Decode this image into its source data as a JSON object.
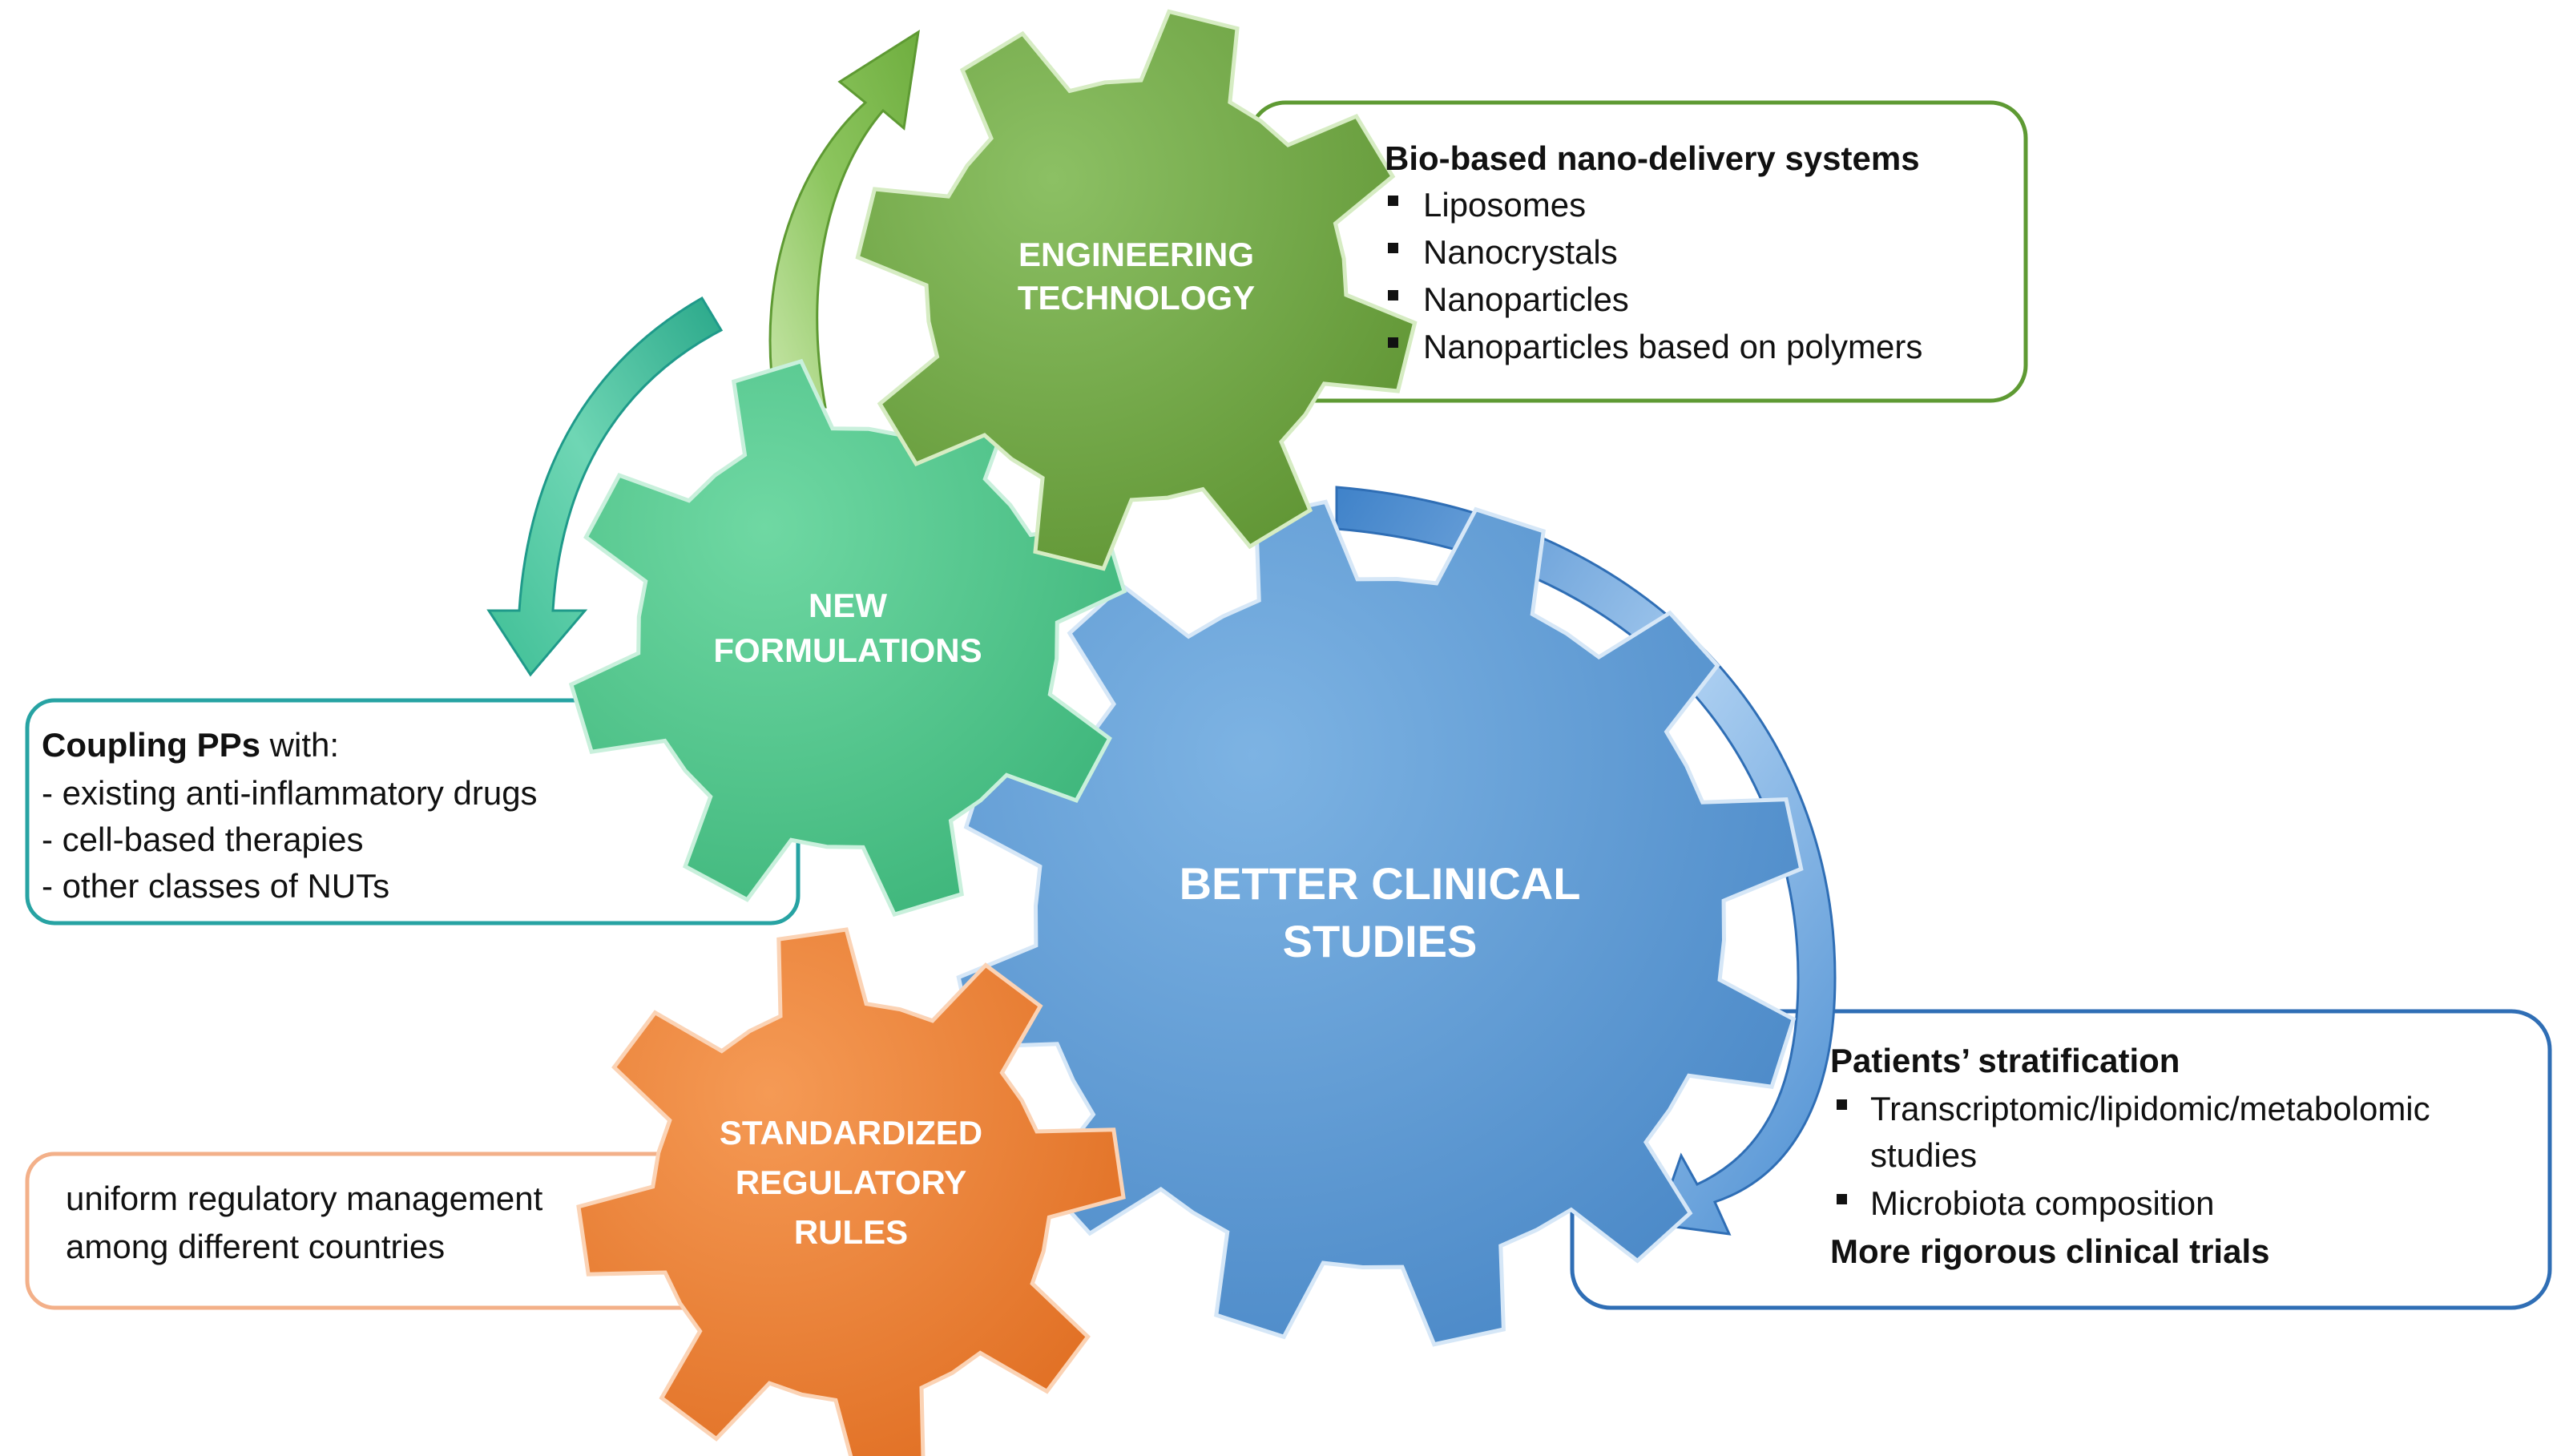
{
  "colors": {
    "green": "#6aa043",
    "green_border": "#5e9a33",
    "teal": "#4fc68b",
    "teal_border": "#27a3a3",
    "blue": "#5b9bd5",
    "blue_border": "#2f6eb5",
    "orange": "#ed7d31",
    "orange_border": "#f3b089"
  },
  "gears": {
    "engineering": {
      "line1": "ENGINEERING",
      "line2": "TECHNOLOGY"
    },
    "formulations": {
      "line1": "NEW",
      "line2": "FORMULATIONS"
    },
    "clinical": {
      "line1": "BETTER CLINICAL",
      "line2": "STUDIES"
    },
    "regulatory": {
      "line1": "STANDARDIZED",
      "line2": "REGULATORY",
      "line3": "RULES"
    }
  },
  "boxes": {
    "engineering": {
      "title": "Bio-based nano-delivery systems",
      "items": [
        "Liposomes",
        "Nanocrystals",
        "Nanoparticles",
        "Nanoparticles based on polymers"
      ]
    },
    "formulations": {
      "title_bold": "Coupling PPs",
      "title_rest": " with:",
      "items": [
        "- existing anti-inflammatory drugs",
        "- cell-based therapies",
        "- other classes of NUTs"
      ]
    },
    "clinical": {
      "title": "Patients’ stratification",
      "item1_line1": "Transcriptomic/lipidomic/metabolomic",
      "item1_line2": "studies",
      "item2": "Microbiota composition",
      "footer": "More rigorous clinical trials"
    },
    "regulatory": {
      "line1": "uniform regulatory management",
      "line2": "among different countries"
    }
  }
}
